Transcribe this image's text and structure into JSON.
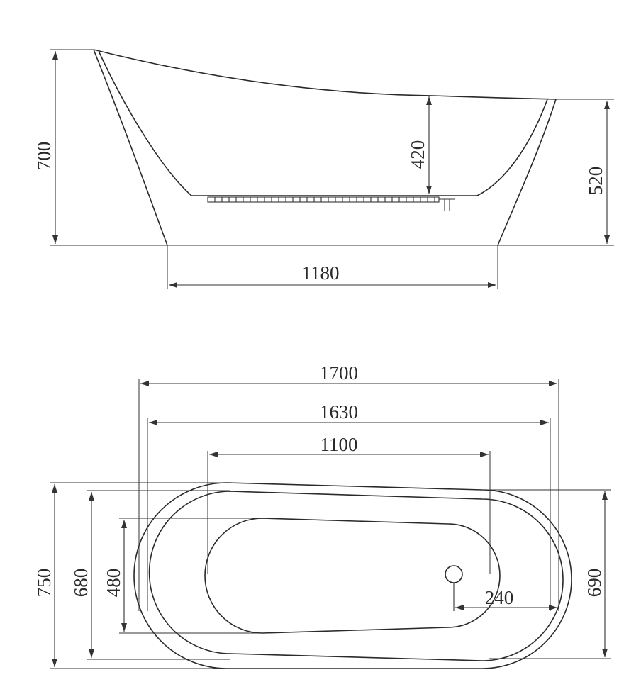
{
  "side_view": {
    "dimensions": {
      "total_height": "700",
      "inner_depth": "420",
      "rim_height": "520",
      "base_length": "1180"
    }
  },
  "top_view": {
    "dimensions": {
      "overall_length": "1700",
      "inner_length": "1630",
      "bottom_length": "1100",
      "overall_width": "750",
      "inner_width": "680",
      "bottom_width": "480",
      "end_width": "690",
      "drain_offset": "240"
    }
  }
}
